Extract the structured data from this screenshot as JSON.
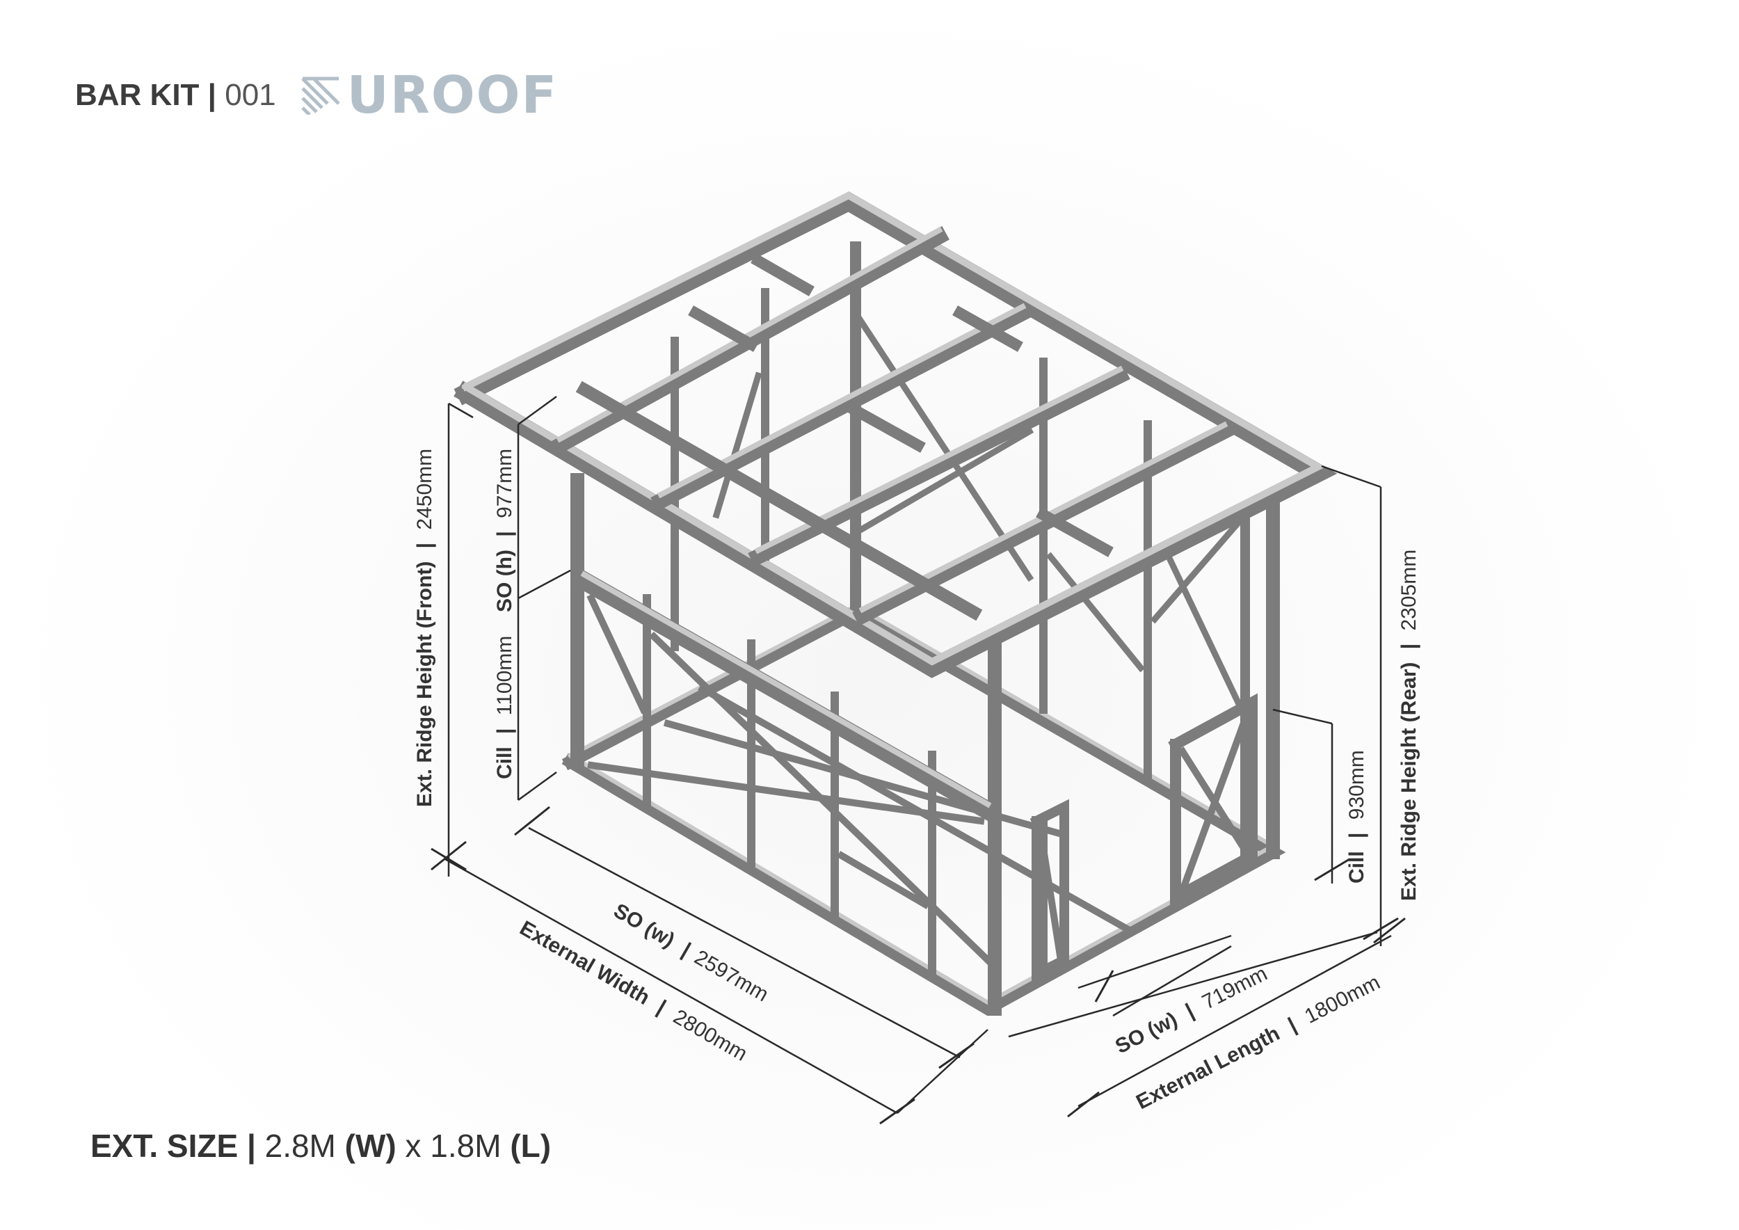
{
  "header": {
    "title": "BAR KIT",
    "separator": "|",
    "number": "001",
    "logo_text": "UROOF",
    "logo_color": "#b3bfc8"
  },
  "footer": {
    "label": "EXT. SIZE",
    "separator": "|",
    "width_value": "2.8M",
    "width_unit": "(W)",
    "times": "x",
    "length_value": "1.8M",
    "length_unit": "(L)"
  },
  "dimensions": {
    "front_ridge": {
      "label": "Ext. Ridge Height (Front)",
      "sep": "|",
      "value": "2450mm"
    },
    "so_h": {
      "label": "SO (h)",
      "sep": "|",
      "value": "977mm"
    },
    "cill_front": {
      "label": "Cill",
      "sep": "|",
      "value": "1100mm"
    },
    "so_w_front": {
      "label": "SO (w)",
      "sep": "|",
      "value": "2597mm"
    },
    "external_width": {
      "label": "External Width",
      "sep": "|",
      "value": "2800mm"
    },
    "so_w_side": {
      "label": "SO (w)",
      "sep": "|",
      "value": "719mm"
    },
    "external_length": {
      "label": "External Length",
      "sep": "|",
      "value": "1800mm"
    },
    "cill_side": {
      "label": "Cill",
      "sep": "|",
      "value": "930mm"
    },
    "rear_ridge": {
      "label": "Ext. Ridge Height (Rear)",
      "sep": "|",
      "value": "2305mm"
    }
  },
  "colors": {
    "frame": "#7c7c7c",
    "frame_highlight": "#c9c9c9",
    "dimension_line": "#2a2a2a",
    "text": "#333333"
  }
}
